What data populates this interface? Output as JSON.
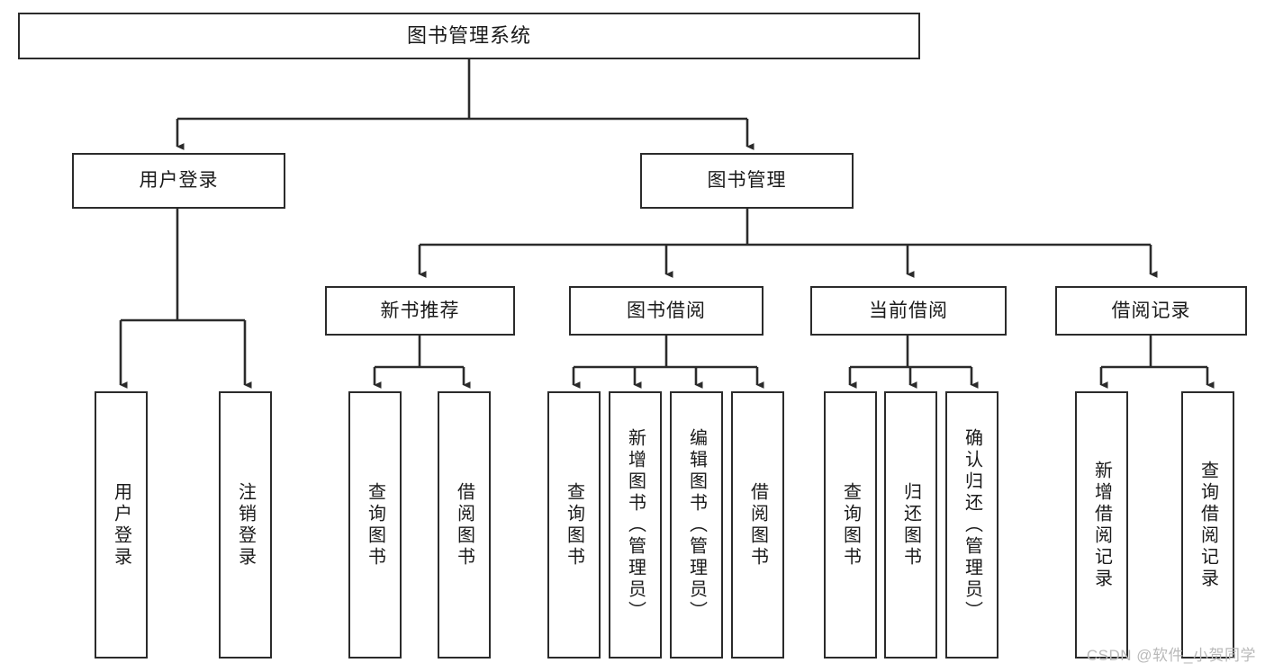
{
  "diagram": {
    "title": "图书管理系统",
    "type": "tree-hierarchy",
    "watermark": "CSDN @软件_小贺同学",
    "colors": {
      "box_border": "#2b2b2b",
      "box_fill": "#ffffff",
      "connector": "#2b2b2b",
      "text": "#1a1a1a",
      "watermark": "#b9b9b9"
    }
  },
  "root": {
    "label": "图书管理系统"
  },
  "level2": [
    {
      "label": "用户登录"
    },
    {
      "label": "图书管理"
    }
  ],
  "level3": [
    {
      "label": "新书推荐"
    },
    {
      "label": "图书借阅"
    },
    {
      "label": "当前借阅"
    },
    {
      "label": "借阅记录"
    }
  ],
  "leaves": {
    "user_login": [
      {
        "label": "用户登录"
      },
      {
        "label": "注销登录"
      }
    ],
    "new_book_recommend": [
      {
        "label": "查询图书"
      },
      {
        "label": "借阅图书"
      }
    ],
    "book_borrow": [
      {
        "label": "查询图书"
      },
      {
        "label": "新增图书（管理员）"
      },
      {
        "label": "编辑图书（管理员）"
      },
      {
        "label": "借阅图书"
      }
    ],
    "current_borrow": [
      {
        "label": "查询图书"
      },
      {
        "label": "归还图书"
      },
      {
        "label": "确认归还（管理员）"
      }
    ],
    "borrow_record": [
      {
        "label": "新增借阅记录"
      },
      {
        "label": "查询借阅记录"
      }
    ]
  }
}
